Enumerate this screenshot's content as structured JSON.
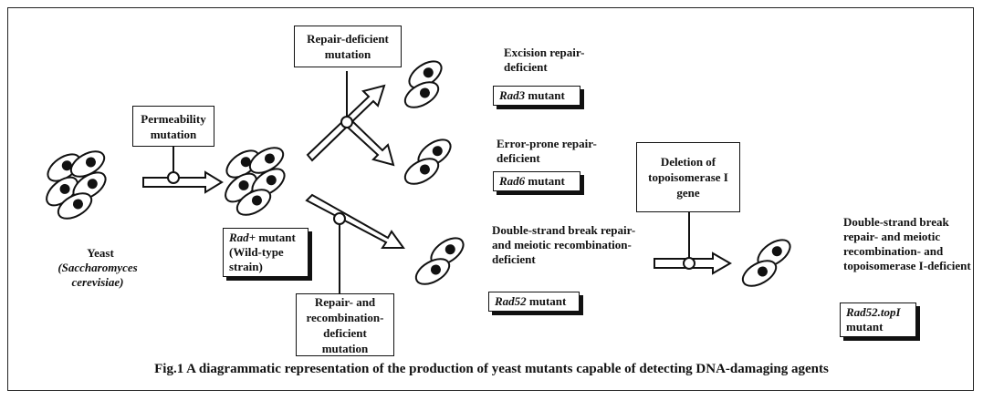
{
  "caption": "Fig.1  A diagrammatic representation of the production of yeast mutants capable  of detecting DNA-damaging agents",
  "boxes": {
    "permeability": "Permeability mutation",
    "repair_deficient": "Repair-deficient mutation",
    "repair_recombination": "Repair- and recombination-deficient mutation",
    "deletion_topo": "Deletion of topoisomerase I gene"
  },
  "labels": {
    "yeast_name": "Yeast",
    "yeast_species": "(Saccharomyces cerevisiae)",
    "excision": "Excision repair-deficient",
    "error_prone": "Error-prone repair-deficient",
    "double_strand": "Double-strand break repair- and meiotic recombination-deficient",
    "double_strand_topo": "Double-strand break repair- and meiotic recombination- and topoisomerase I-deficient"
  },
  "mutants": {
    "rad_plus": {
      "gene": "Rad+",
      "suffix": " mutant",
      "note": "(Wild-type strain)"
    },
    "rad3": {
      "gene": "Rad3",
      "suffix": " mutant"
    },
    "rad6": {
      "gene": "Rad6",
      "suffix": " mutant"
    },
    "rad52": {
      "gene": "Rad52",
      "suffix": " mutant"
    },
    "rad52_top1": {
      "gene": "Rad52.topI",
      "suffix": " mutant"
    }
  }
}
